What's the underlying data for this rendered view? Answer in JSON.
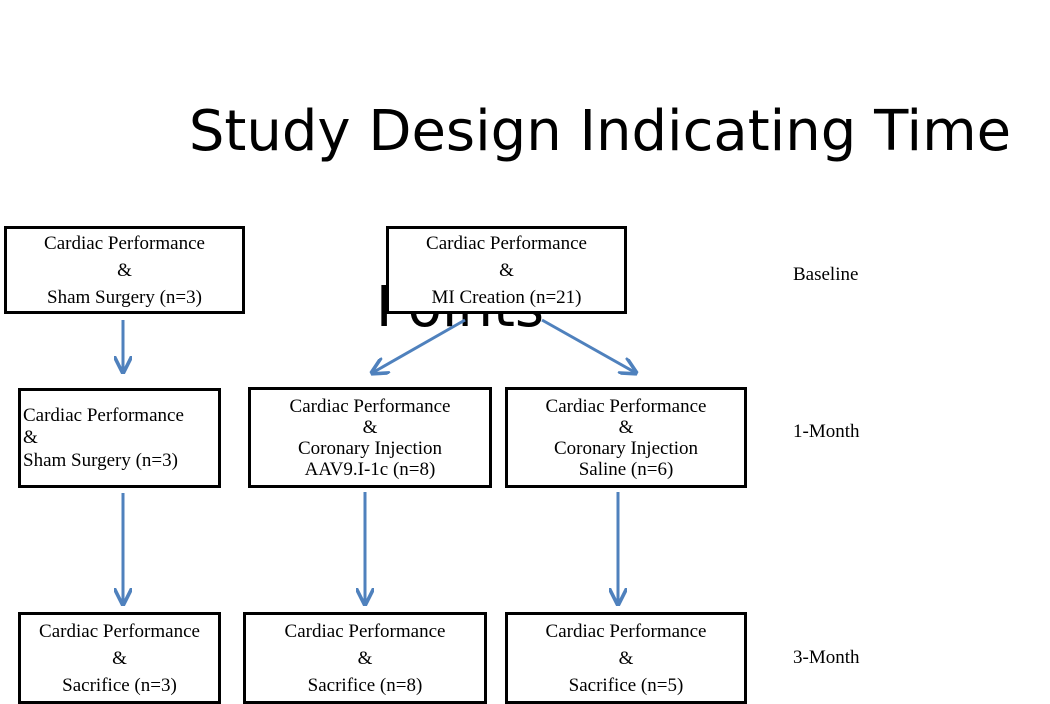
{
  "title": {
    "line1": "Study Design Indicating Time",
    "line2": "Points"
  },
  "time_points": [
    "Baseline",
    "1-Month",
    "3-Month"
  ],
  "boxes": {
    "sham_baseline": [
      "Cardiac Performance",
      "&",
      "Sham Surgery (n=3)"
    ],
    "mi_baseline": [
      "Cardiac Performance",
      "&",
      "MI Creation (n=21)"
    ],
    "sham_1m": [
      "Cardiac Performance",
      "&",
      "Sham Surgery (n=3)"
    ],
    "aav_1m": [
      "Cardiac Performance",
      "&",
      "Coronary Injection",
      "AAV9.I-1c (n=8)"
    ],
    "saline_1m": [
      "Cardiac Performance",
      "&",
      "Coronary Injection",
      "Saline (n=6)"
    ],
    "sham_3m": [
      "Cardiac Performance",
      "&",
      "Sacrifice (n=3)"
    ],
    "aav_3m": [
      "Cardiac Performance",
      "&",
      "Sacrifice (n=8)"
    ],
    "saline_3m": [
      "Cardiac Performance",
      "&",
      "Sacrifice (n=5)"
    ]
  },
  "colors": {
    "arrow": "#4F81BD",
    "border": "#000000"
  }
}
